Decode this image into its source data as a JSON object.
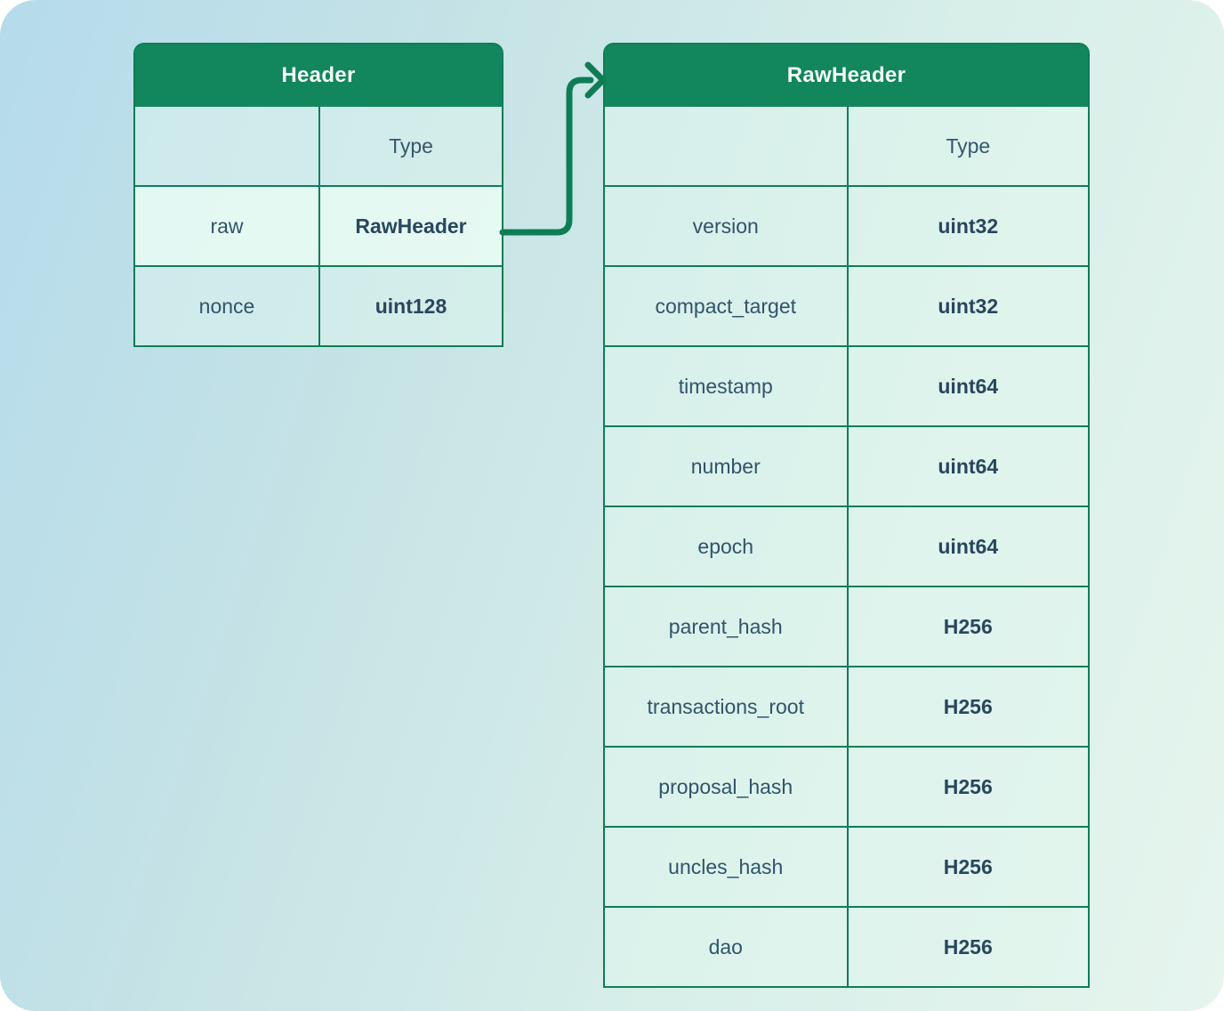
{
  "diagram": {
    "tables": [
      {
        "id": "header",
        "title": "Header",
        "type_column_label": "Type",
        "rows": [
          {
            "name": "raw",
            "type": "RawHeader",
            "highlighted": true
          },
          {
            "name": "nonce",
            "type": "uint128",
            "highlighted": false
          }
        ]
      },
      {
        "id": "rawheader",
        "title": "RawHeader",
        "type_column_label": "Type",
        "rows": [
          {
            "name": "version",
            "type": "uint32",
            "highlighted": false
          },
          {
            "name": "compact_target",
            "type": "uint32",
            "highlighted": false
          },
          {
            "name": "timestamp",
            "type": "uint64",
            "highlighted": false
          },
          {
            "name": "number",
            "type": "uint64",
            "highlighted": false
          },
          {
            "name": "epoch",
            "type": "uint64",
            "highlighted": false
          },
          {
            "name": "parent_hash",
            "type": "H256",
            "highlighted": false
          },
          {
            "name": "transactions_root",
            "type": "H256",
            "highlighted": false
          },
          {
            "name": "proposal_hash",
            "type": "H256",
            "highlighted": false
          },
          {
            "name": "uncles_hash",
            "type": "H256",
            "highlighted": false
          },
          {
            "name": "dao",
            "type": "H256",
            "highlighted": false
          }
        ]
      }
    ],
    "connector": {
      "from": "Header.raw",
      "to": "RawHeader",
      "icon": "arrow-right-icon"
    },
    "colors": {
      "header_green": "#12865c",
      "border_green": "#0f7d55",
      "arrow_green": "#0e7d55",
      "text_regular": "#31546a",
      "text_bold": "#29465e",
      "bg_gradient_start": "#b5dbeb",
      "bg_gradient_end": "#e6f5ee"
    }
  }
}
